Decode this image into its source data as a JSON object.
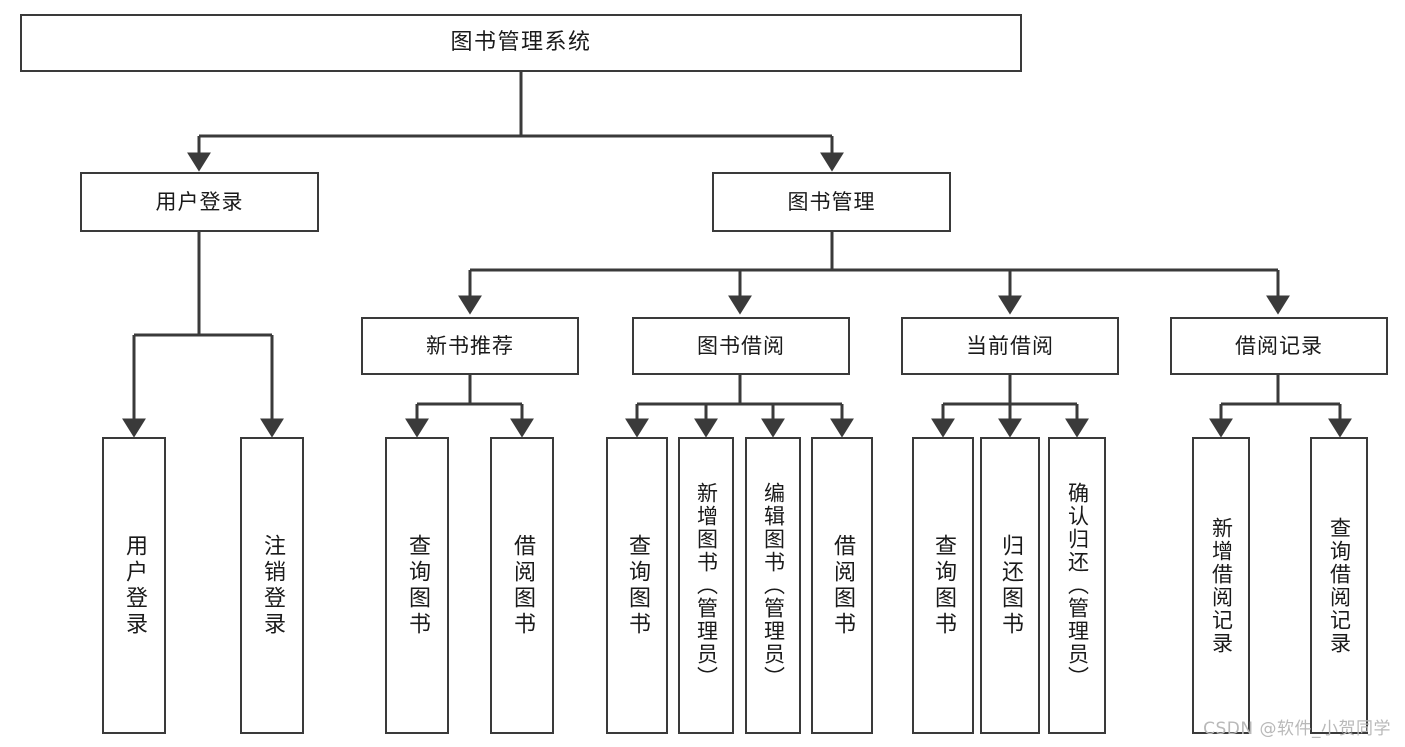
{
  "diagram": {
    "title": "图书管理系统",
    "watermark": "CSDN @软件_小贺同学",
    "colors": {
      "background": "#ffffff",
      "box_border": "#3a3a3a",
      "box_fill": "#ffffff",
      "edge": "#3a3a3a",
      "text": "#1a1a1a",
      "watermark": "#b9b9b9"
    },
    "root": {
      "label": "图书管理系统"
    },
    "level2": [
      {
        "label": "用户登录"
      },
      {
        "label": "图书管理"
      }
    ],
    "level3": [
      {
        "label": "新书推荐"
      },
      {
        "label": "图书借阅"
      },
      {
        "label": "当前借阅"
      },
      {
        "label": "借阅记录"
      }
    ],
    "leaves": {
      "user_login": [
        {
          "label": "用户登录"
        },
        {
          "label": "注销登录"
        }
      ],
      "new_book": [
        {
          "label": "查询图书"
        },
        {
          "label": "借阅图书"
        }
      ],
      "borrow_book": [
        {
          "label": "查询图书"
        },
        {
          "label": "新增图书（管理员）"
        },
        {
          "label": "编辑图书（管理员）"
        },
        {
          "label": "借阅图书"
        }
      ],
      "current_borrow": [
        {
          "label": "查询图书"
        },
        {
          "label": "归还图书"
        },
        {
          "label": "确认归还（管理员）"
        }
      ],
      "borrow_record": [
        {
          "label": "新增借阅记录"
        },
        {
          "label": "查询借阅记录"
        }
      ]
    }
  }
}
